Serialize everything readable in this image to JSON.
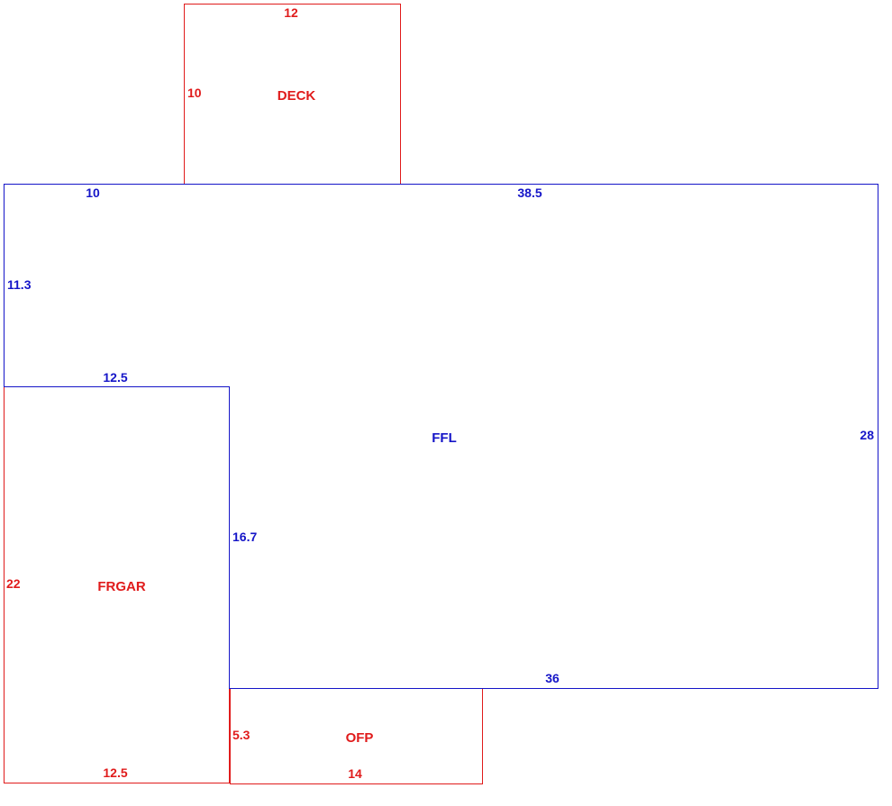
{
  "colors": {
    "living": "#1515c8",
    "other": "#e01b1b"
  },
  "areas": {
    "deck": {
      "name": "DECK",
      "dims": {
        "top": "12",
        "left": "10"
      }
    },
    "ffl": {
      "name": "FFL",
      "dims": {
        "top_left": "10",
        "top_right": "38.5",
        "left": "11.3",
        "step": "12.5",
        "right": "28",
        "inner": "16.7",
        "bottom": "36"
      }
    },
    "frgar": {
      "name": "FRGAR",
      "dims": {
        "left": "22",
        "bottom": "12.5"
      }
    },
    "ofp": {
      "name": "OFP",
      "dims": {
        "left": "5.3",
        "bottom": "14"
      }
    }
  }
}
